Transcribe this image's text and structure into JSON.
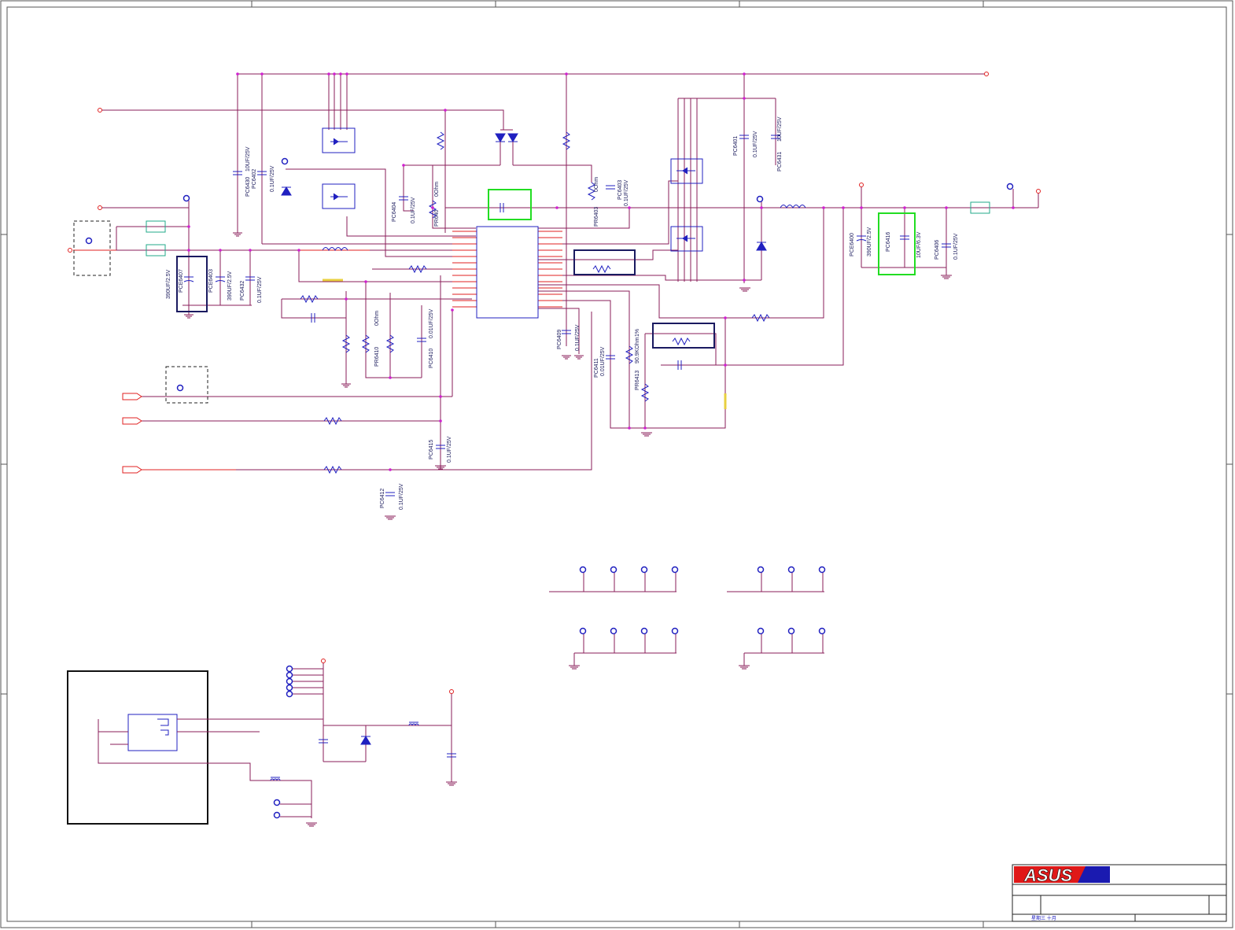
{
  "labels": {
    "pce6407": "PCE6407",
    "pce6407_val": "390UF/2.5V",
    "pce6403": "PCE6403",
    "pce6403_val": "390UF/2.5V",
    "pc6432": "PC6432",
    "pc6432_val": "0.1UF/25V",
    "pc6430": "PC6430",
    "pc6430_val": "10UF/25V",
    "pc6402": "PC6402",
    "pc6402_val": "0.1UF/25V",
    "pc6404": "PC6404",
    "pc6404_val": "0.1UF/25V",
    "pr640x": "PR640",
    "pr640x_val": "0Ohm",
    "pr6403": "PR6403",
    "pr6403_val": "0Ohm",
    "pc6403": "PC6403",
    "pc6403_val": "0.1UF/25V",
    "pc6401": "PC6401",
    "pc6401_val": "0.1UF/25V",
    "pc6431": "PC6431",
    "pc6431_val": "10UF/25V",
    "pce6400": "PCE6400",
    "pce6400_val": "390UF/2.5V",
    "pc6416": "PC6416",
    "pc6416_val": "10UF/6.3V",
    "pc6406": "PC6406",
    "pc6406_val": "0.1UF/25V",
    "pr6410": "PR6410",
    "pr6410_val": "0Ohm",
    "pc6410": "PC6410",
    "pc6410_val": "0.01UF/25V",
    "pc6409": "PC6409",
    "pc6409_val": "0.1UF/25V",
    "pc6411": "PC6411",
    "pc6411_val": "0.01UF/25V",
    "pr6413": "PR6413",
    "pr6413_val": "90.9KOhm",
    "pr6413_tol": "1%",
    "pc6415": "PC6415",
    "pc6415_val": "0.1UF/25V",
    "pc6412": "PC6412",
    "pc6412_val": "0.1UF/25V"
  },
  "title_block": {
    "logo_text": "ASUS",
    "date_text": "星期三 十月"
  },
  "colors": {
    "wire": "#8a1e5a",
    "red_wire": "#e02020",
    "component": "#2020c0",
    "node": "#d020d0",
    "highlight_green": "#22dd22",
    "highlight_navy": "#1a1a60"
  }
}
